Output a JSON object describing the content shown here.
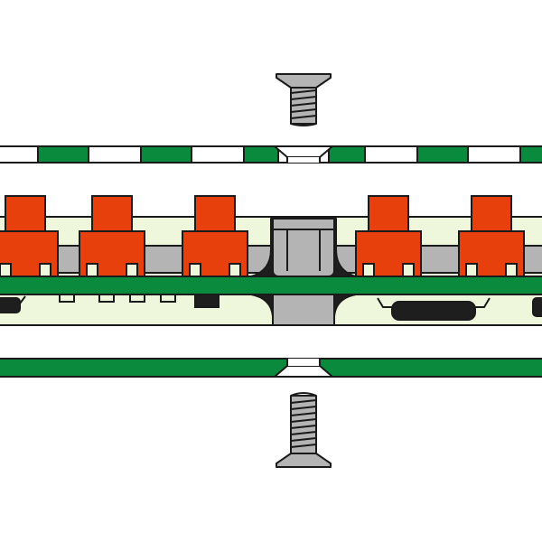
{
  "diagram": {
    "title": "",
    "description_text": "",
    "colors": {
      "background": "#ffffff",
      "outline": "#1a1a1a",
      "pcb_green": "#0a8a3c",
      "component_red": "#e8400c",
      "substrate_cream": "#eef6dc",
      "metal_gray": "#b4b4b4",
      "dark_component": "#1e1e1e"
    },
    "parts": [
      {
        "name": "top-screw",
        "kind": "countersunk-screw",
        "orientation": "down"
      },
      {
        "name": "top-panel",
        "kind": "segmented-panel",
        "color": "green-white"
      },
      {
        "name": "circuit-board-assembly",
        "kind": "pcb-with-components"
      },
      {
        "name": "standoff",
        "kind": "hex-standoff"
      },
      {
        "name": "bottom-panel",
        "kind": "solid-panel",
        "color": "green"
      },
      {
        "name": "bottom-screw",
        "kind": "countersunk-screw",
        "orientation": "up"
      }
    ],
    "component_count": 5
  }
}
